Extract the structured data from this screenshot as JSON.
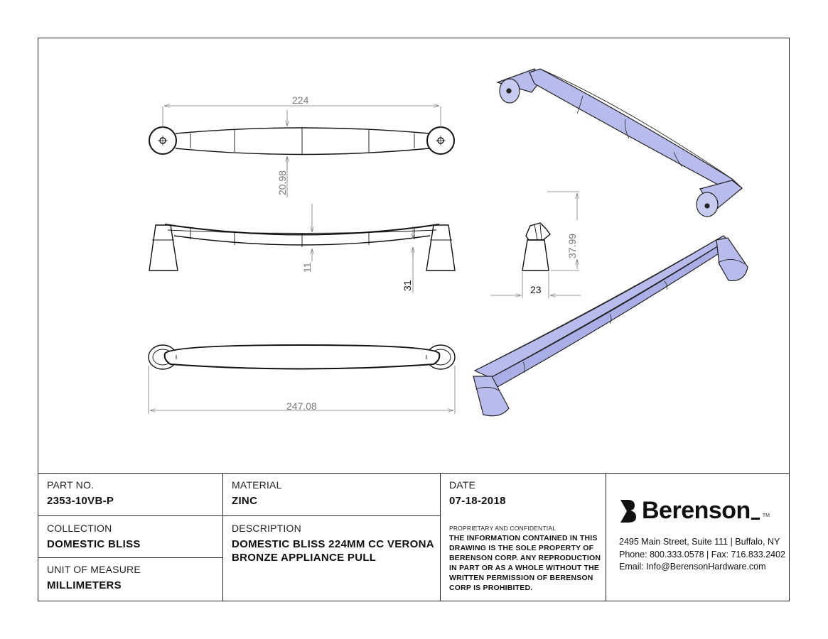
{
  "dimensions": {
    "overall_cc": "224",
    "width": "20.98",
    "grip_offset": "11",
    "base_height": "31",
    "side_height": "37.99",
    "side_depth": "23",
    "overall_length": "247.08"
  },
  "title_block": {
    "part_no_label": "PART NO.",
    "part_no_value": "2353-10VB-P",
    "material_label": "MATERIAL",
    "material_value": "ZINC",
    "date_label": "DATE",
    "date_value": "07-18-2018",
    "collection_label": "COLLECTION",
    "collection_value": "DOMESTIC BLISS",
    "unit_label": "UNIT OF MEASURE",
    "unit_value": "MILLIMETERS",
    "description_label": "DESCRIPTION",
    "description_line1": "DOMESTIC BLISS 224MM CC VERONA",
    "description_line2": "BRONZE APPLIANCE PULL",
    "proprietary_label": "PROPRIETARY AND CONFIDENTIAL",
    "legal_lines": [
      "THE INFORMATION CONTAINED IN THIS",
      "DRAWING IS THE SOLE PROPERTY OF",
      "BERENSON CORP. ANY REPRODUCTION",
      "IN PART OR AS A WHOLE WITHOUT THE",
      "WRITTEN PERMISSION OF BERENSON",
      "CORP IS PROHIBITED."
    ]
  },
  "company": {
    "name": "Berenson",
    "trademark": "TM",
    "address": "2495 Main Street, Suite 111 | Buffalo, NY",
    "phone": "Phone: 800.333.0578 | Fax: 716.833.2402",
    "email": "Email: Info@BerensonHardware.com"
  },
  "colors": {
    "render_fill": "#b8bcec",
    "line": "#111111",
    "dimension": "#777777"
  }
}
